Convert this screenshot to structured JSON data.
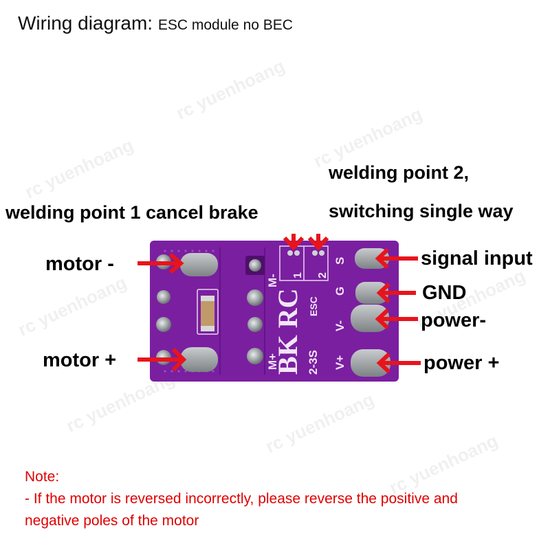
{
  "title": {
    "main": "Wiring diagram:",
    "sub": "ESC module no BEC"
  },
  "watermark": "rc yuenhoang",
  "labels": {
    "welding_point_1": "welding point 1 cancel brake",
    "welding_point_2_line1": "welding point 2,",
    "welding_point_2_line2": "switching single way",
    "motor_minus": "motor -",
    "motor_plus": "motor +",
    "signal_input": "signal input",
    "gnd": "GND",
    "power_minus": "power-",
    "power_plus": "power +"
  },
  "board": {
    "brand": "BK RC",
    "spec": "2-3S",
    "type": "ESC",
    "pads": [
      "M-",
      "M+",
      "S",
      "G",
      "V-",
      "V+"
    ],
    "jumpers": [
      "1",
      "2"
    ],
    "color": "#7a1fa0"
  },
  "note": {
    "heading": "Note:",
    "line1": "- If the motor is reversed incorrectly, please reverse the positive and",
    "line2": "negative poles of the motor",
    "color": "#e00000"
  },
  "arrow_color": "#e8141c"
}
